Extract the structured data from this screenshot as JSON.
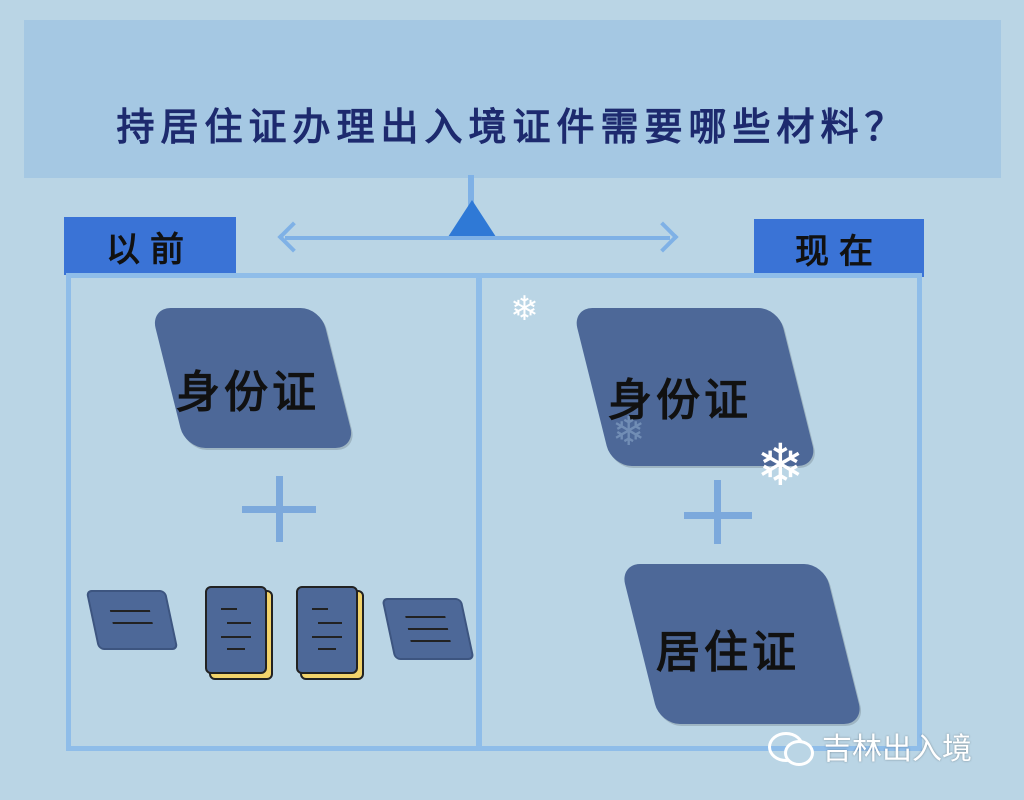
{
  "title": "持居住证办理出入境证件需要哪些材料？",
  "before": {
    "label": "以前",
    "card": "身份证"
  },
  "now": {
    "label": "现在",
    "card_1": "身份证",
    "card_2": "居住证"
  },
  "watermark": "吉林出入境",
  "icons": [
    "wechat-icon",
    "snowflake-icon",
    "id-card-icon",
    "booklet-icon"
  ],
  "colors": {
    "background": "#bad5e5",
    "banner": "#a5c8e3",
    "tab": "#3a73d6",
    "card": "#4d6898",
    "accent": "#7fb1e6",
    "title_text": "#1d2a6e"
  }
}
